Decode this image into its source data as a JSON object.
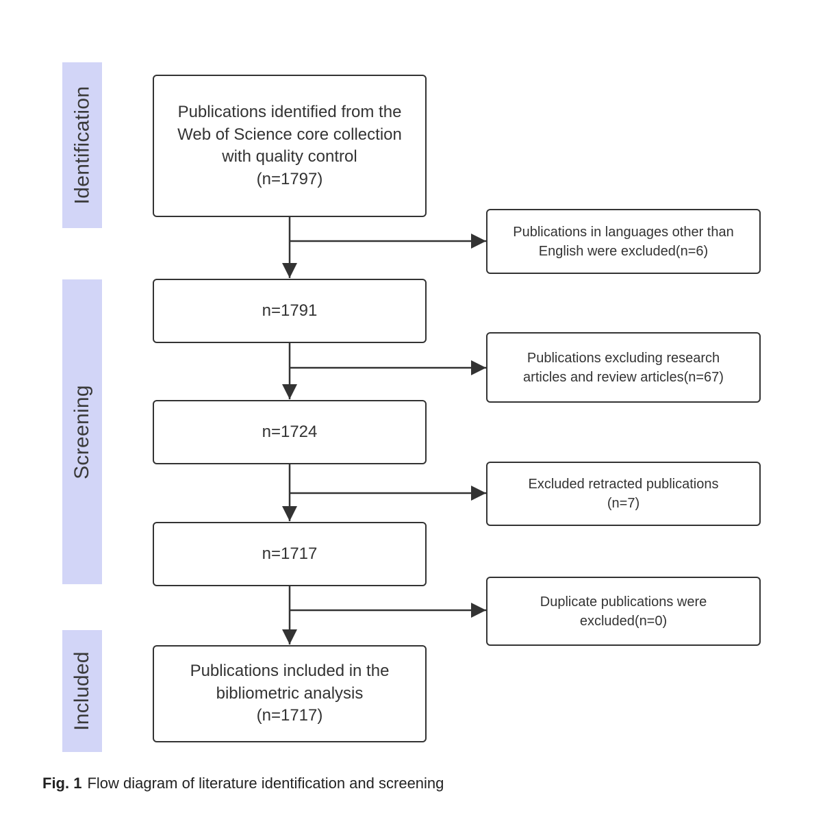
{
  "phases": {
    "identification": "Identification",
    "screening": "Screening",
    "included": "Included"
  },
  "main_boxes": {
    "identified": "Publications identified from the\nWeb of Science core collection\nwith quality control\n(n=1797)",
    "after_language": "n=1791",
    "after_type": "n=1724",
    "after_retracted": "n=1717",
    "included": "Publications included in the\nbibliometric analysis\n(n=1717)"
  },
  "exclusion_boxes": {
    "language": "Publications in languages other than\nEnglish were excluded(n=6)",
    "document_type": "Publications excluding research\narticles and review articles(n=67)",
    "retracted": "Excluded retracted publications\n(n=7)",
    "duplicate": "Duplicate publications were\nexcluded(n=0)"
  },
  "caption": {
    "label": "Fig. 1",
    "text": "Flow diagram of literature identification and screening"
  },
  "colors": {
    "phase_band": "#d2d5f7",
    "stroke": "#333333"
  }
}
